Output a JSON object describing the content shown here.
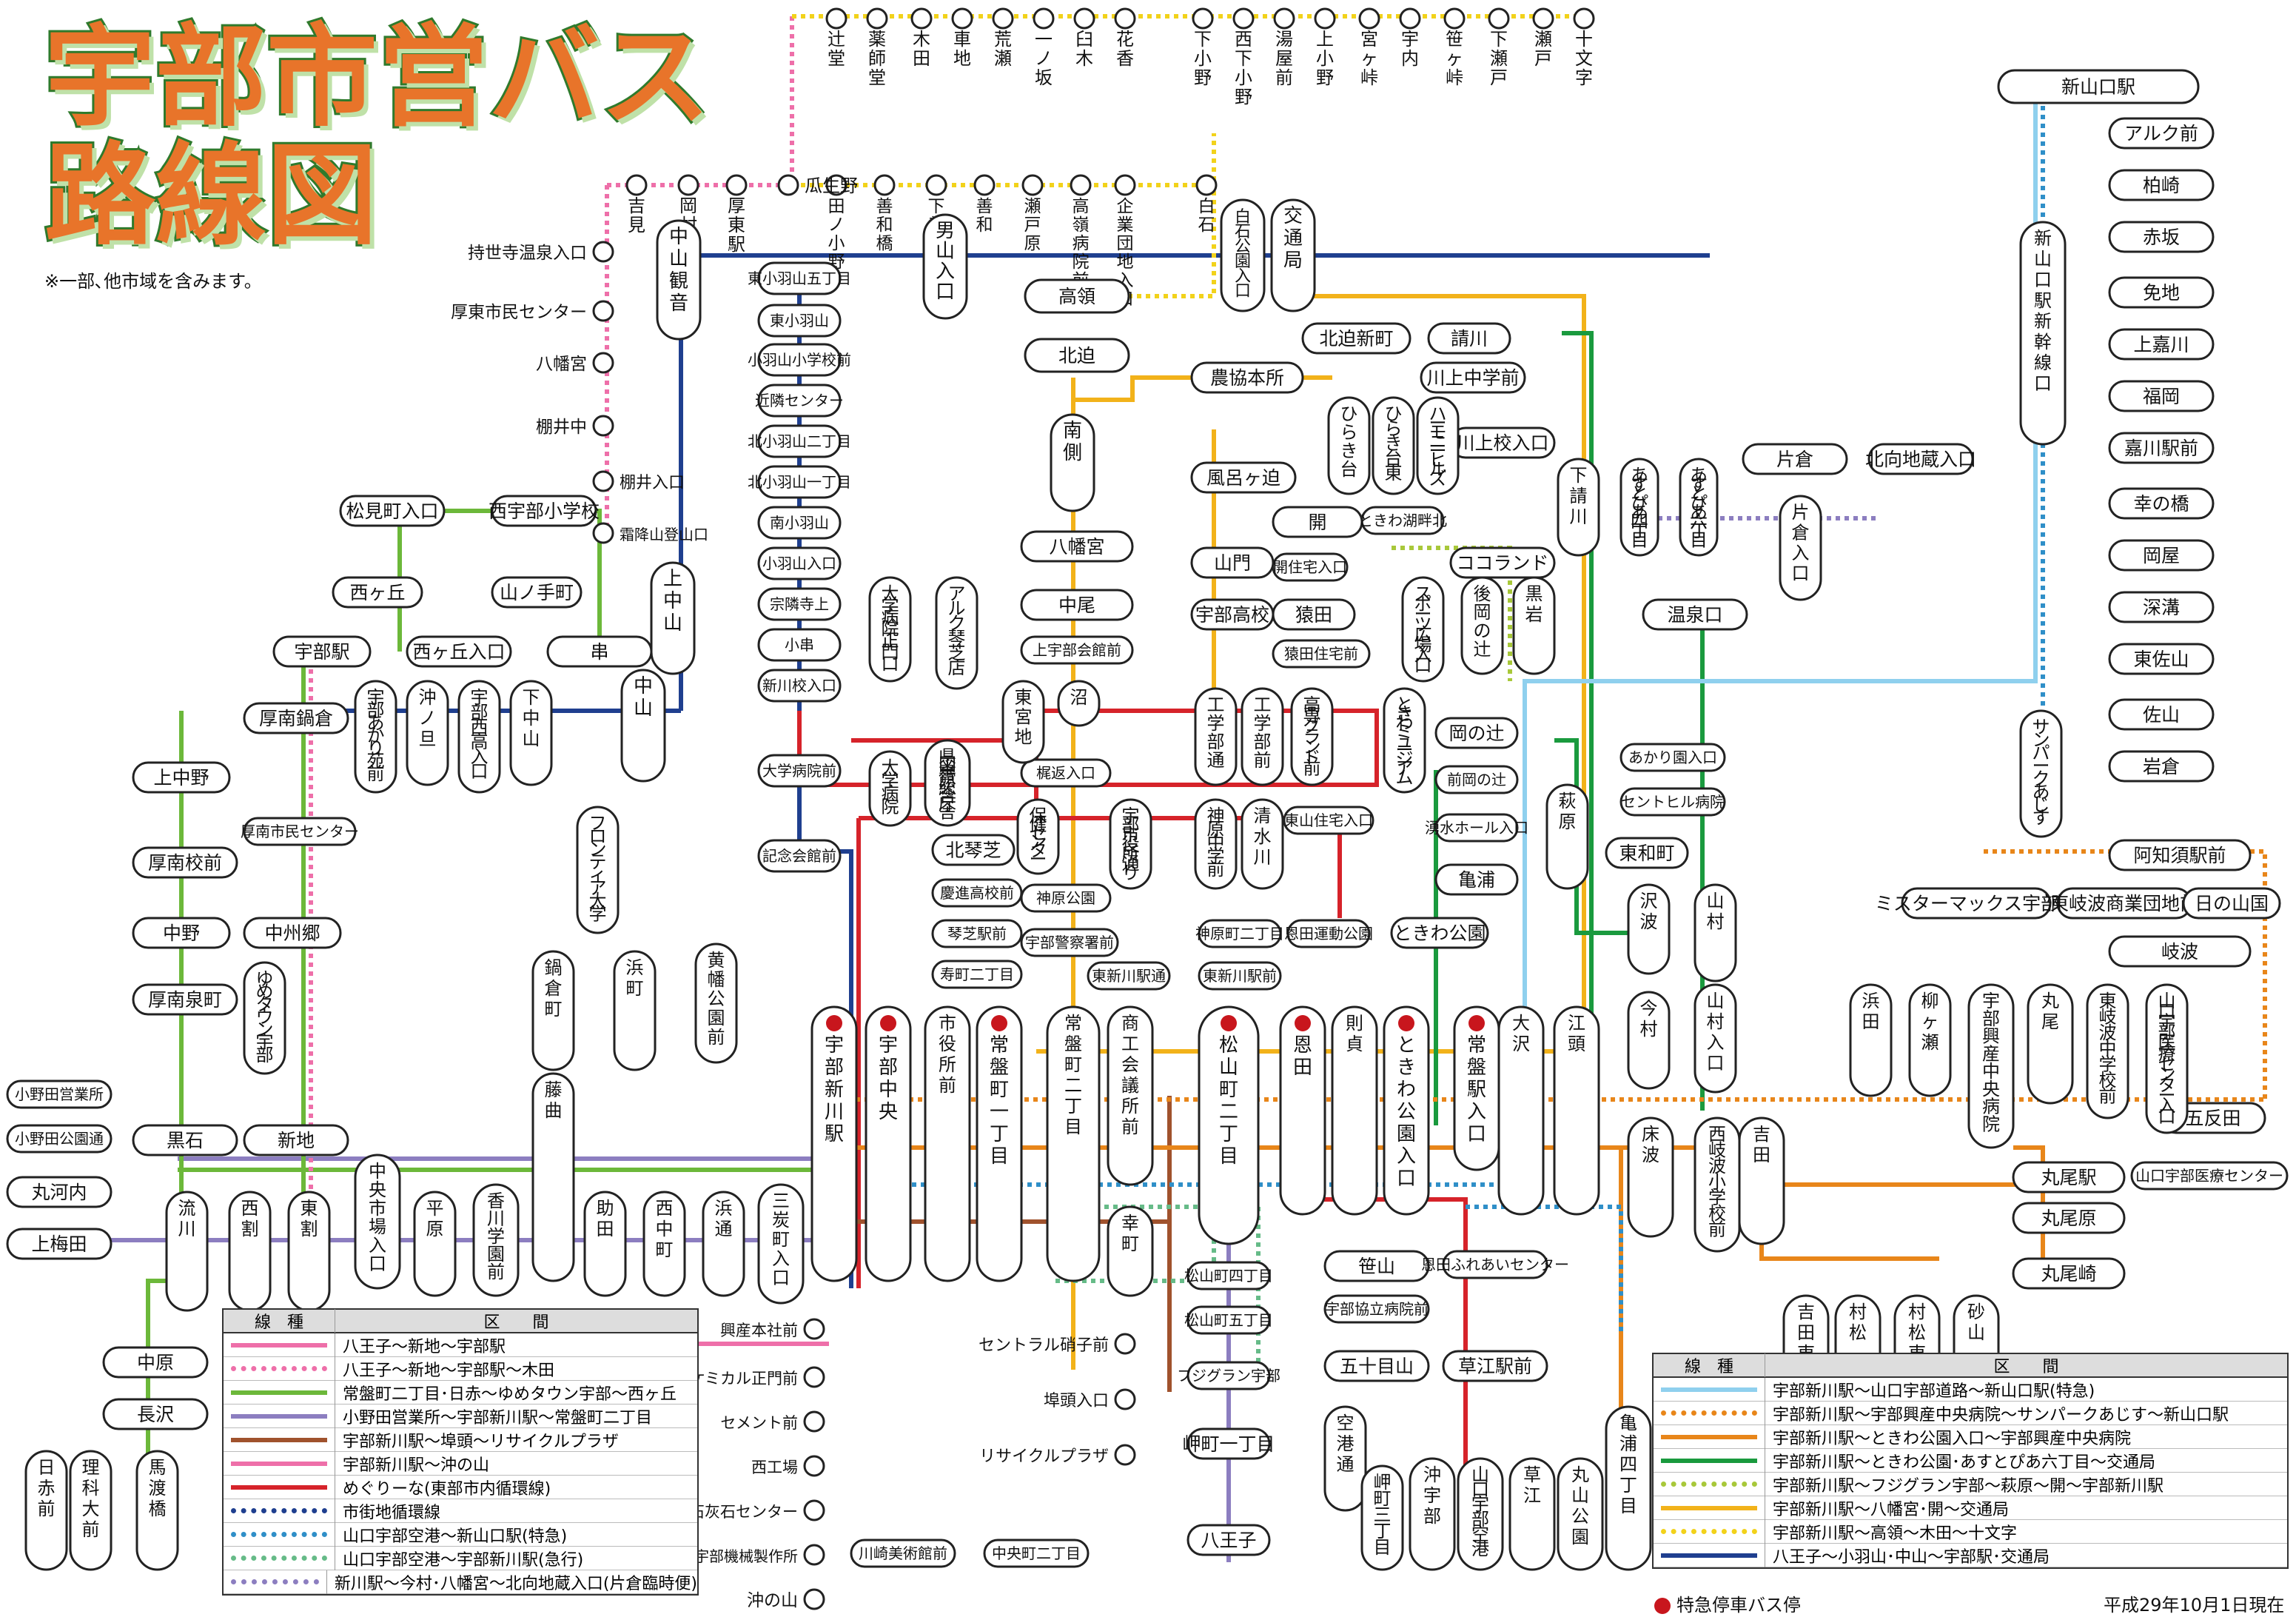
{
  "header": {
    "title_line1": "宇部市営バス",
    "title_line2": "路線図",
    "note": "※一部､他市域を含みます。"
  },
  "colors": {
    "hachioji_shinchi": "#ee6fa9",
    "ryu_green": "#6cb83a",
    "onoda_purple": "#8c7ec0",
    "recycle_brown": "#a0522d",
    "meguri_red": "#d6232a",
    "shigaichi_navy": "#1f3f8f",
    "airport_blue": "#2f8fc8",
    "airport_express_green": "#66bb88",
    "yamaguchi_lightblue": "#8fd0ee",
    "orange_kosei": "#e8861a",
    "tokiwa_green": "#1a9a3e",
    "fujigran_yellowgreen": "#a8c83a",
    "yahatagu_yellow": "#f2b21a",
    "koryo_yellow": "#f2d21a",
    "stop_red": "#c8161d"
  },
  "stops": {
    "yoshimi": "吉見",
    "okamura": "岡村",
    "atsuhigashi_eki": "厚東駅",
    "uriuno": "瓜生野",
    "tsujido": "辻堂",
    "yakushido": "薬師堂",
    "kida": "木田",
    "kurumaji": "車地",
    "arase": "荒瀬",
    "ichinosaka": "一ノ坂",
    "usuki": "臼木",
    "hanaka": "花香",
    "shimo_ono": "下小野",
    "nishi_shimo_ono": "西下小野",
    "yuyamae": "湯屋前",
    "kami_ono": "上小野",
    "miyagatoge": "宮ヶ峠",
    "unai": "宇内",
    "sasagatoge": "笹ヶ峠",
    "shimo_seto": "下瀬戸",
    "seto": "瀬戸",
    "jumonji": "十文字",
    "tanoono": "田ノ小野",
    "zenwabashi": "善和橋",
    "shimo_zenwa": "下善和",
    "zenwa": "善和",
    "setohara": "瀬戸原",
    "takahata_byoin": "高嶺病院前",
    "kigyo_danchi": "企業団地入口",
    "shiraishi": "白石",
    "jiseji_onsen": "持世寺温泉入口",
    "atsuhigashi_center": "厚東市民センター",
    "hachimangu": "八幡宮",
    "tanaichu": "棚井中",
    "tanai_iriguchi": "棚井入口",
    "kirisame": "霜降山登山口",
    "nakayama_kannon": "中山観音",
    "otokoyama": "男山入口",
    "higashikobaneyama5": "東小羽山五丁目",
    "higashikobaneyama": "東小羽山",
    "kobaneyama_sho": "小羽山小学校前",
    "kinrin_center": "近隣センター",
    "kita_kobane2": "北小羽山二丁目",
    "kita_kobane1": "北小羽山一丁目",
    "minami_kobaneyama": "南小羽山",
    "kobaneyama_iriguchi": "小羽山入口",
    "sorinji": "宗隣寺上",
    "kogushi": "小串",
    "shinkawa_ko": "新川校入口",
    "shiraishi_koen": "白石公園入口",
    "kotsukyoku": "交通局",
    "takamine": "高領",
    "kitasako": "北迫",
    "kitasako_shinmachi": "北迫新町",
    "ukegawa": "請川",
    "nokyo_honsho": "農協本所",
    "kawakami_chu": "川上中学前",
    "minamigawa": "南側",
    "hiragidai": "ひらき台",
    "hiragidai_higashi": "ひらき台東",
    "harmony_hills": "ハーモニーヒルズ",
    "kawakami_ko": "川上校入口",
    "shimo_ukegawa": "下請川",
    "asutopia4": "あすとぴあ四丁目",
    "asutopia6": "あすとぴあ六丁目",
    "katakura": "片倉",
    "kitamuki": "北向地蔵入口",
    "katakura_iriguchi": "片倉入口",
    "furogasako": "風呂ヶ迫",
    "hiraki": "開",
    "tokiwa_kohoku": "ときわ湖畔北",
    "hiraki_jutaku": "開住宅入口",
    "yamakado": "山門",
    "cocoland": "ココランド",
    "ube_koko": "宇部高校",
    "saruta": "猿田",
    "sports_hiroba": "スポーツ広場入口",
    "gooka_tsuji": "後岡の辻",
    "kuroiwa": "黒岩",
    "onsenguchi": "温泉口",
    "saruta_jutaku": "猿田住宅前",
    "yahatagu_m": "八幡宮",
    "nakao": "中尾",
    "kamiube_kaikan": "上宇部会館前",
    "univ_hosp_main": "大学病院正門口",
    "ark_kotoshiba": "アルク琴芝店",
    "univ_hosp": "大学病院",
    "higashi_miyaji": "東宮地",
    "numa": "沼",
    "kajiguri": "梶返入口",
    "kengakkan": "県図書館総合庁舎",
    "hoken_center": "保健センター",
    "ube_shiyakusho_dori": "宇部市役所通り",
    "kogyo_dori1": "工学部通",
    "kogyo_mae": "工学部前",
    "kosen_ground": "高専グランド前",
    "tokiwa_museum": "ときわミュージアム",
    "oka_tsuji": "岡の辻",
    "maeoka_tsuji": "前岡の辻",
    "yusui_hall": "湧水ホール入口",
    "kameura": "亀浦",
    "tokiwa_koen": "ときわ公園",
    "hagiwara": "萩原",
    "akari_en": "あかり園入口",
    "centhill_byoin": "セントヒル病院",
    "higashi_wacho": "東和町",
    "sawanami": "沢波",
    "yamamura": "山村",
    "imamura": "今村",
    "yamamura_iriguchi": "山村入口",
    "higashi_jutaku": "東山住宅入口",
    "kobe_chugakko": "神原中学前",
    "seisuikawa": "清水川",
    "kita_kotoshiba": "北琴芝",
    "keishin_koko": "慶進高校前",
    "kotoshiba_eki": "琴芝駅前",
    "kotobukicho2": "寿町二丁目",
    "kobe_koen": "神原公園",
    "ube_keisatsu": "宇部警察署前",
    "higashi_shinkawa_dori": "東新川駅通",
    "kobe_machi2": "神原町二丁目",
    "onda_undo": "恩田運動公園",
    "higashi_shinkawa_eki": "東新川駅前",
    "ube_byoin_koyo": "宇部興産中央病院",
    "daigaku_byoin_mae": "大学病院前",
    "kinenkaikan": "記念会館前",
    "shin_yamaguchi": "新山口駅",
    "arku_mae": "アルク前",
    "kashiwazaki": "柏崎",
    "akasaka": "赤坂",
    "menji": "免地",
    "kamikashikawa": "上嘉川",
    "fukuoka": "福岡",
    "kashikawa": "嘉川駅前",
    "sainohashi": "幸の橋",
    "okaya": "岡屋",
    "fukamizo": "深溝",
    "higashisayama": "東佐山",
    "sayama": "佐山",
    "iwakura": "岩倉",
    "shinyamaguchi_shinkansen": "新山口駅新幹線口",
    "sunpark": "サンパークあじす",
    "achisu_eki": "阿知須駅前",
    "mister_max": "ミスターマックス宇部店",
    "tokiwa_shogyo": "東岐波商業団地前",
    "hinoyamakoku": "日の山国",
    "kiwa": "岐波",
    "hama_ta": "浜田",
    "yanagase": "柳ヶ瀬",
    "kosei_chuo": "宇部興産中央病院",
    "maruo": "丸尾",
    "higashikiwa_chu": "東岐波中学校前",
    "yamaguchi_ube_iryo": "山口宇部医療センター入口",
    "gotanda": "五反田",
    "iryo_center": "山口宇部医療センター",
    "maruo_eki": "丸尾駅",
    "maruo_hara": "丸尾原",
    "maruo_saki": "丸尾崎",
    "yoshida": "吉田",
    "tokoba": "床波",
    "nishikiwa_sho": "西岐波小学校前",
    "yoshida_higashi": "吉田東",
    "muramatsu": "村松",
    "muramatsu_higashi": "村松東",
    "sunayama": "砂山",
    "ube_eki": "宇部駅",
    "nishi_oka": "西ヶ丘",
    "matsumicho": "松見町入口",
    "nishiube_sho": "西宇部小学校",
    "yamanote": "山ノ手町",
    "nishi_oka_iriguchi": "西ヶ丘入口",
    "kushi": "串",
    "kamichuzan": "上中山",
    "konan_nabekura": "厚南鍋倉",
    "ube_akari": "宇部あかり苑前",
    "okinodan": "沖ノ旦",
    "ube_nishi_koko": "宇部西高入口",
    "shimochuzan": "下中山",
    "chuzan": "中山",
    "frontier": "フロンティア大学",
    "kaminakano": "上中野",
    "konan_center": "厚南市民センター",
    "konan_ko": "厚南校前",
    "nakano": "中野",
    "nakasugo": "中州郷",
    "konan_izumi": "厚南泉町",
    "yume_town": "ゆめタウン宇部",
    "onoda_eigyosho": "小野田営業所",
    "onoda_koen": "小野田公園通",
    "maru_konai": "丸河内",
    "kami_umeda": "上梅田",
    "kuroishi": "黒石",
    "shinchi": "新地",
    "nabekura_machi": "鍋倉町",
    "hamamachi": "浜町",
    "kibata_koen": "黄幡公園前",
    "fujimagari": "藤曲",
    "ryu": "流川",
    "nishi_wari": "西割",
    "higashi_wari": "東割",
    "chuo_ichiba": "中央市場入口",
    "hirahara": "平原",
    "kagawa_gakuen": "香川学園前",
    "sukeda": "助田",
    "nishi_nakamachi": "西中町",
    "hamadori": "浜通",
    "mikuni_cho": "三炭町入口",
    "ube_shinkawa": "宇部新川駅",
    "ube_chuo": "宇部中央",
    "shiyakusho_mae": "市役所前",
    "tokiwacho1": "常盤町一丁目",
    "tokiwacho2": "常盤町二丁目",
    "shoko_kaigisho": "商工会議所前",
    "matsuyama2": "松山町二丁目",
    "onda": "恩田",
    "norisada": "則貞",
    "tokiwa_koen_iri": "ときわ公園入口",
    "tokiwa_eki_iri": "常盤駅入口",
    "osawa": "大沢",
    "egashira": "江頭",
    "saiwaicho": "幸町",
    "central_glass": "セントラル硝子前",
    "futo_iriguchi": "埠頭入口",
    "recycle_plaza": "リサイクルプラザ",
    "koisan_honsha": "興産本社前",
    "ube_chemical": "宇部ケミカル正門前",
    "cement": "セメント前",
    "nishi_kojo": "西工場",
    "sekkaiseki": "石灰石センター",
    "ube_kikai": "宇部機械製作所",
    "okinoyama": "沖の山",
    "kawasaki_museum": "川崎美術館前",
    "chuo_machi2": "中央町二丁目",
    "matsuyama4": "松山町四丁目",
    "matsuyama5": "松山町五丁目",
    "fujigran": "フジグラン宇部",
    "misakicho1": "岬町一丁目",
    "hachioji": "八王子",
    "sasayama": "笹山",
    "ube_kyoritsu": "宇部協立病院前",
    "onda_fureai": "恩田ふれあいセンター",
    "isoyama": "五十目山",
    "kusae_eki": "草江駅前",
    "kuko_dori": "空港通",
    "misakicho3": "岬町三丁目",
    "okiube": "沖宇部",
    "yamaguchi_ube_kuko": "山口宇部空港",
    "kusae": "草江",
    "maruyama_koen": "丸山公園",
    "kameura4": "亀浦四丁目",
    "nakahara": "中原",
    "nagasawa": "長沢",
    "hiakamae": "日赤前",
    "rikadai": "理科大前",
    "bato_bashi": "馬渡橋"
  },
  "legend_left": {
    "col_type": "線　種",
    "col_section": "区　　間",
    "rows": [
      {
        "label": "八王子～新地～宇部駅",
        "color": "#ee6fa9",
        "style": "solid"
      },
      {
        "label": "八王子～新地～宇部駅～木田",
        "color": "#ee6fa9",
        "style": "dotted"
      },
      {
        "label": "常盤町二丁目･日赤～ゆめタウン宇部～西ヶ丘",
        "color": "#6cb83a",
        "style": "solid"
      },
      {
        "label": "小野田営業所～宇部新川駅～常盤町二丁目",
        "color": "#8c7ec0",
        "style": "solid"
      },
      {
        "label": "宇部新川駅～埠頭～リサイクルプラザ",
        "color": "#a0522d",
        "style": "solid"
      },
      {
        "label": "宇部新川駅～沖の山",
        "color": "#ee6fa9",
        "style": "solid"
      },
      {
        "label": "めぐりーな(東部市内循環線)",
        "color": "#d6232a",
        "style": "solid"
      },
      {
        "label": "市街地循環線",
        "color": "#1f3f8f",
        "style": "dotted"
      },
      {
        "label": "山口宇部空港～新山口駅(特急)",
        "color": "#2f8fc8",
        "style": "dotted"
      },
      {
        "label": "山口宇部空港～宇部新川駅(急行)",
        "color": "#66bb88",
        "style": "dotted"
      },
      {
        "label": "新川駅～今村･八幡宮～北向地蔵入口(片倉臨時便)",
        "color": "#8c7ec0",
        "style": "dotted"
      }
    ]
  },
  "legend_right": {
    "col_type": "線　種",
    "col_section": "区　　間",
    "rows": [
      {
        "label": "宇部新川駅～山口宇部道路～新山口駅(特急)",
        "color": "#8fd0ee",
        "style": "solid"
      },
      {
        "label": "宇部新川駅～宇部興産中央病院～サンパークあじす～新山口駅",
        "color": "#e8861a",
        "style": "dotted"
      },
      {
        "label": "宇部新川駅～ときわ公園入口～宇部興産中央病院",
        "color": "#e8861a",
        "style": "solid"
      },
      {
        "label": "宇部新川駅～ときわ公園･あすとぴあ六丁目～交通局",
        "color": "#1a9a3e",
        "style": "solid"
      },
      {
        "label": "宇部新川駅～フジグラン宇部～萩原～開～宇部新川駅",
        "color": "#a8c83a",
        "style": "dotted"
      },
      {
        "label": "宇部新川駅～八幡宮･開～交通局",
        "color": "#f2b21a",
        "style": "solid"
      },
      {
        "label": "宇部新川駅～高領～木田～十文字",
        "color": "#f2d21a",
        "style": "dotted"
      },
      {
        "label": "八王子～小羽山･中山～宇部駅･交通局",
        "color": "#1f3f8f",
        "style": "solid"
      }
    ]
  },
  "footer": {
    "express_stop": "特急停車バス停",
    "as_of": "平成29年10月1日現在"
  }
}
